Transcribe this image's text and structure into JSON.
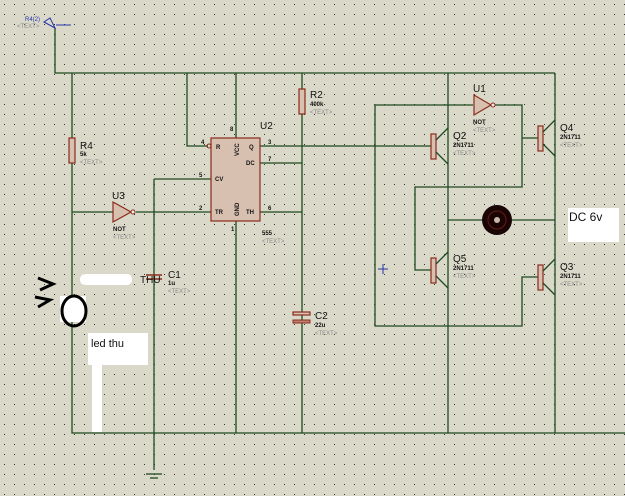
{
  "terminal": {
    "label": "R4(2)",
    "text": "<TEXT>"
  },
  "components": {
    "R4": {
      "ref": "R4",
      "value": "5k",
      "text": "<TEXT>"
    },
    "R2": {
      "ref": "R2",
      "value": "400k",
      "text": "<TEXT>"
    },
    "U2": {
      "ref": "U2",
      "value": "555",
      "text": "<TEXT>",
      "pins": {
        "R": "R",
        "VCC": "VCC",
        "Q": "Q",
        "DC": "DC",
        "CV": "CV",
        "TR": "TR",
        "GND": "GND",
        "TH": "TH",
        "p1": "1",
        "p2": "2",
        "p3": "3",
        "p4": "4",
        "p5": "5",
        "p6": "6",
        "p7": "7",
        "p8": "8"
      }
    },
    "U3": {
      "ref": "U3",
      "value": "NOT",
      "text": "<TEXT>"
    },
    "U1": {
      "ref": "U1",
      "value": "NOT",
      "text": "<TEXT>"
    },
    "C1": {
      "ref": "C1",
      "value": "1u",
      "text": "<TEXT>"
    },
    "C2": {
      "ref": "C2",
      "value": "22u",
      "text": "<TEXT>"
    },
    "Q2": {
      "ref": "Q2",
      "value": "2N1711",
      "text": "<TEXT>"
    },
    "Q4": {
      "ref": "Q4",
      "value": "2N1711",
      "text": "<TEXT>"
    },
    "Q5": {
      "ref": "Q5",
      "value": "2N1711",
      "text": "<TEXT>"
    },
    "Q3": {
      "ref": "Q3",
      "value": "2N1711",
      "text": "<TEXT>"
    }
  },
  "annotations": {
    "motor_label": "DC 6v",
    "led_label": "led thu",
    "thu_label": "THU"
  }
}
